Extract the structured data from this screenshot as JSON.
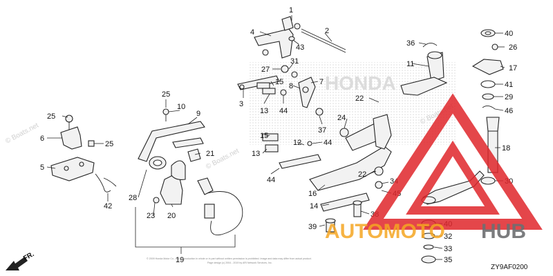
{
  "diagram": {
    "code": "ZY9AF0200",
    "front_marker": "FR.",
    "footer_line1": "© 2009 Honda Motor Co., Ltd. Reproduction in whole or in part without written permission is prohibited. Image and data may differ from actual product.",
    "footer_line2": "Page design (c) 2004 - 2019 by ARI Network Services, Inc.",
    "watermark_brand": "HONDA",
    "watermark_site": "© Boats.net",
    "logo_text_left": "AUTOMOTO",
    "logo_text_right": "HUB",
    "logo_colors": {
      "red": "#e0262b",
      "orange": "#f5a623",
      "gray": "#6d6e71"
    }
  },
  "callouts": [
    {
      "id": "c1",
      "text": "1"
    },
    {
      "id": "c2",
      "text": "2"
    },
    {
      "id": "c3",
      "text": "3"
    },
    {
      "id": "c4",
      "text": "4"
    },
    {
      "id": "c5",
      "text": "5"
    },
    {
      "id": "c6",
      "text": "6"
    },
    {
      "id": "c7",
      "text": "7"
    },
    {
      "id": "c8",
      "text": "8"
    },
    {
      "id": "c9",
      "text": "9"
    },
    {
      "id": "c10",
      "text": "10"
    },
    {
      "id": "c11",
      "text": "11"
    },
    {
      "id": "c12",
      "text": "12"
    },
    {
      "id": "c13a",
      "text": "13"
    },
    {
      "id": "c13b",
      "text": "13"
    },
    {
      "id": "c14",
      "text": "14"
    },
    {
      "id": "c15a",
      "text": "15"
    },
    {
      "id": "c15b",
      "text": "15"
    },
    {
      "id": "c16",
      "text": "16"
    },
    {
      "id": "c17",
      "text": "17"
    },
    {
      "id": "c18",
      "text": "18"
    },
    {
      "id": "c19",
      "text": "19"
    },
    {
      "id": "c20",
      "text": "20"
    },
    {
      "id": "c21",
      "text": "21"
    },
    {
      "id": "c22a",
      "text": "22"
    },
    {
      "id": "c22b",
      "text": "22"
    },
    {
      "id": "c23",
      "text": "23"
    },
    {
      "id": "c24",
      "text": "24"
    },
    {
      "id": "c25a",
      "text": "25"
    },
    {
      "id": "c25b",
      "text": "25"
    },
    {
      "id": "c25c",
      "text": "25"
    },
    {
      "id": "c26",
      "text": "26"
    },
    {
      "id": "c27",
      "text": "27"
    },
    {
      "id": "c28",
      "text": "28"
    },
    {
      "id": "c29",
      "text": "29"
    },
    {
      "id": "c30",
      "text": "30"
    },
    {
      "id": "c31",
      "text": "31"
    },
    {
      "id": "c32",
      "text": "32"
    },
    {
      "id": "c33",
      "text": "33"
    },
    {
      "id": "c34",
      "text": "34"
    },
    {
      "id": "c35",
      "text": "35"
    },
    {
      "id": "c36",
      "text": "36"
    },
    {
      "id": "c37",
      "text": "37"
    },
    {
      "id": "c38",
      "text": "38"
    },
    {
      "id": "c39",
      "text": "39"
    },
    {
      "id": "c40a",
      "text": "40"
    },
    {
      "id": "c40b",
      "text": "40"
    },
    {
      "id": "c41",
      "text": "41"
    },
    {
      "id": "c42",
      "text": "42"
    },
    {
      "id": "c43",
      "text": "43"
    },
    {
      "id": "c44a",
      "text": "44"
    },
    {
      "id": "c44b",
      "text": "44"
    },
    {
      "id": "c44c",
      "text": "44"
    },
    {
      "id": "c45",
      "text": "45"
    },
    {
      "id": "c46",
      "text": "46"
    }
  ]
}
